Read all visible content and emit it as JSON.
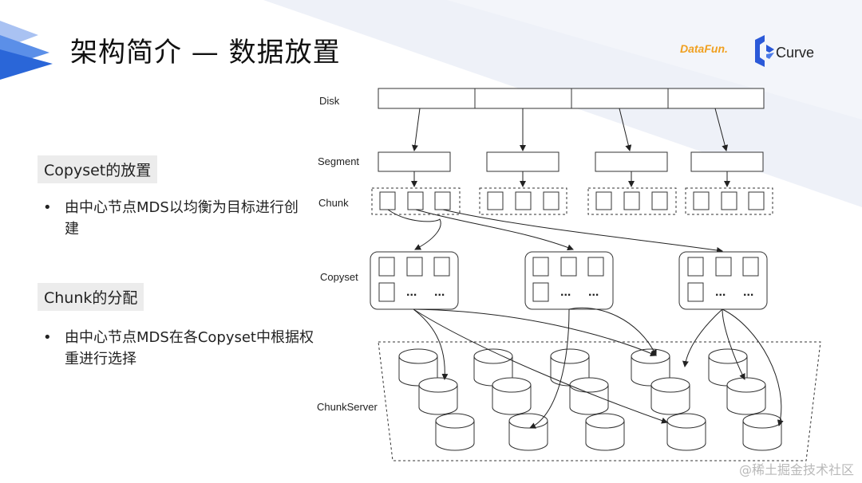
{
  "title": "架构简介 — 数据放置",
  "logos": {
    "datafun": "DataFun.",
    "curve": "Curve"
  },
  "sections": [
    {
      "heading": "Copyset的放置",
      "bullets": [
        "由中心节点MDS以均衡为目标进行创建"
      ]
    },
    {
      "heading": "Chunk的分配",
      "bullets": [
        "由中心节点MDS在各Copyset中根据权重进行选择"
      ]
    }
  ],
  "bullet_marker": "•",
  "diagram": {
    "labels": {
      "disk": "Disk",
      "segment": "Segment",
      "chunk": "Chunk",
      "copyset": "Copyset",
      "chunkserver": "ChunkServer"
    },
    "ellipsis": "..."
  },
  "watermark": "@稀土掘金技术社区",
  "colors": {
    "accent_blue": "#2f6fdd",
    "curve_blue": "#2b59d8",
    "datafun_orange": "#f0a020"
  }
}
